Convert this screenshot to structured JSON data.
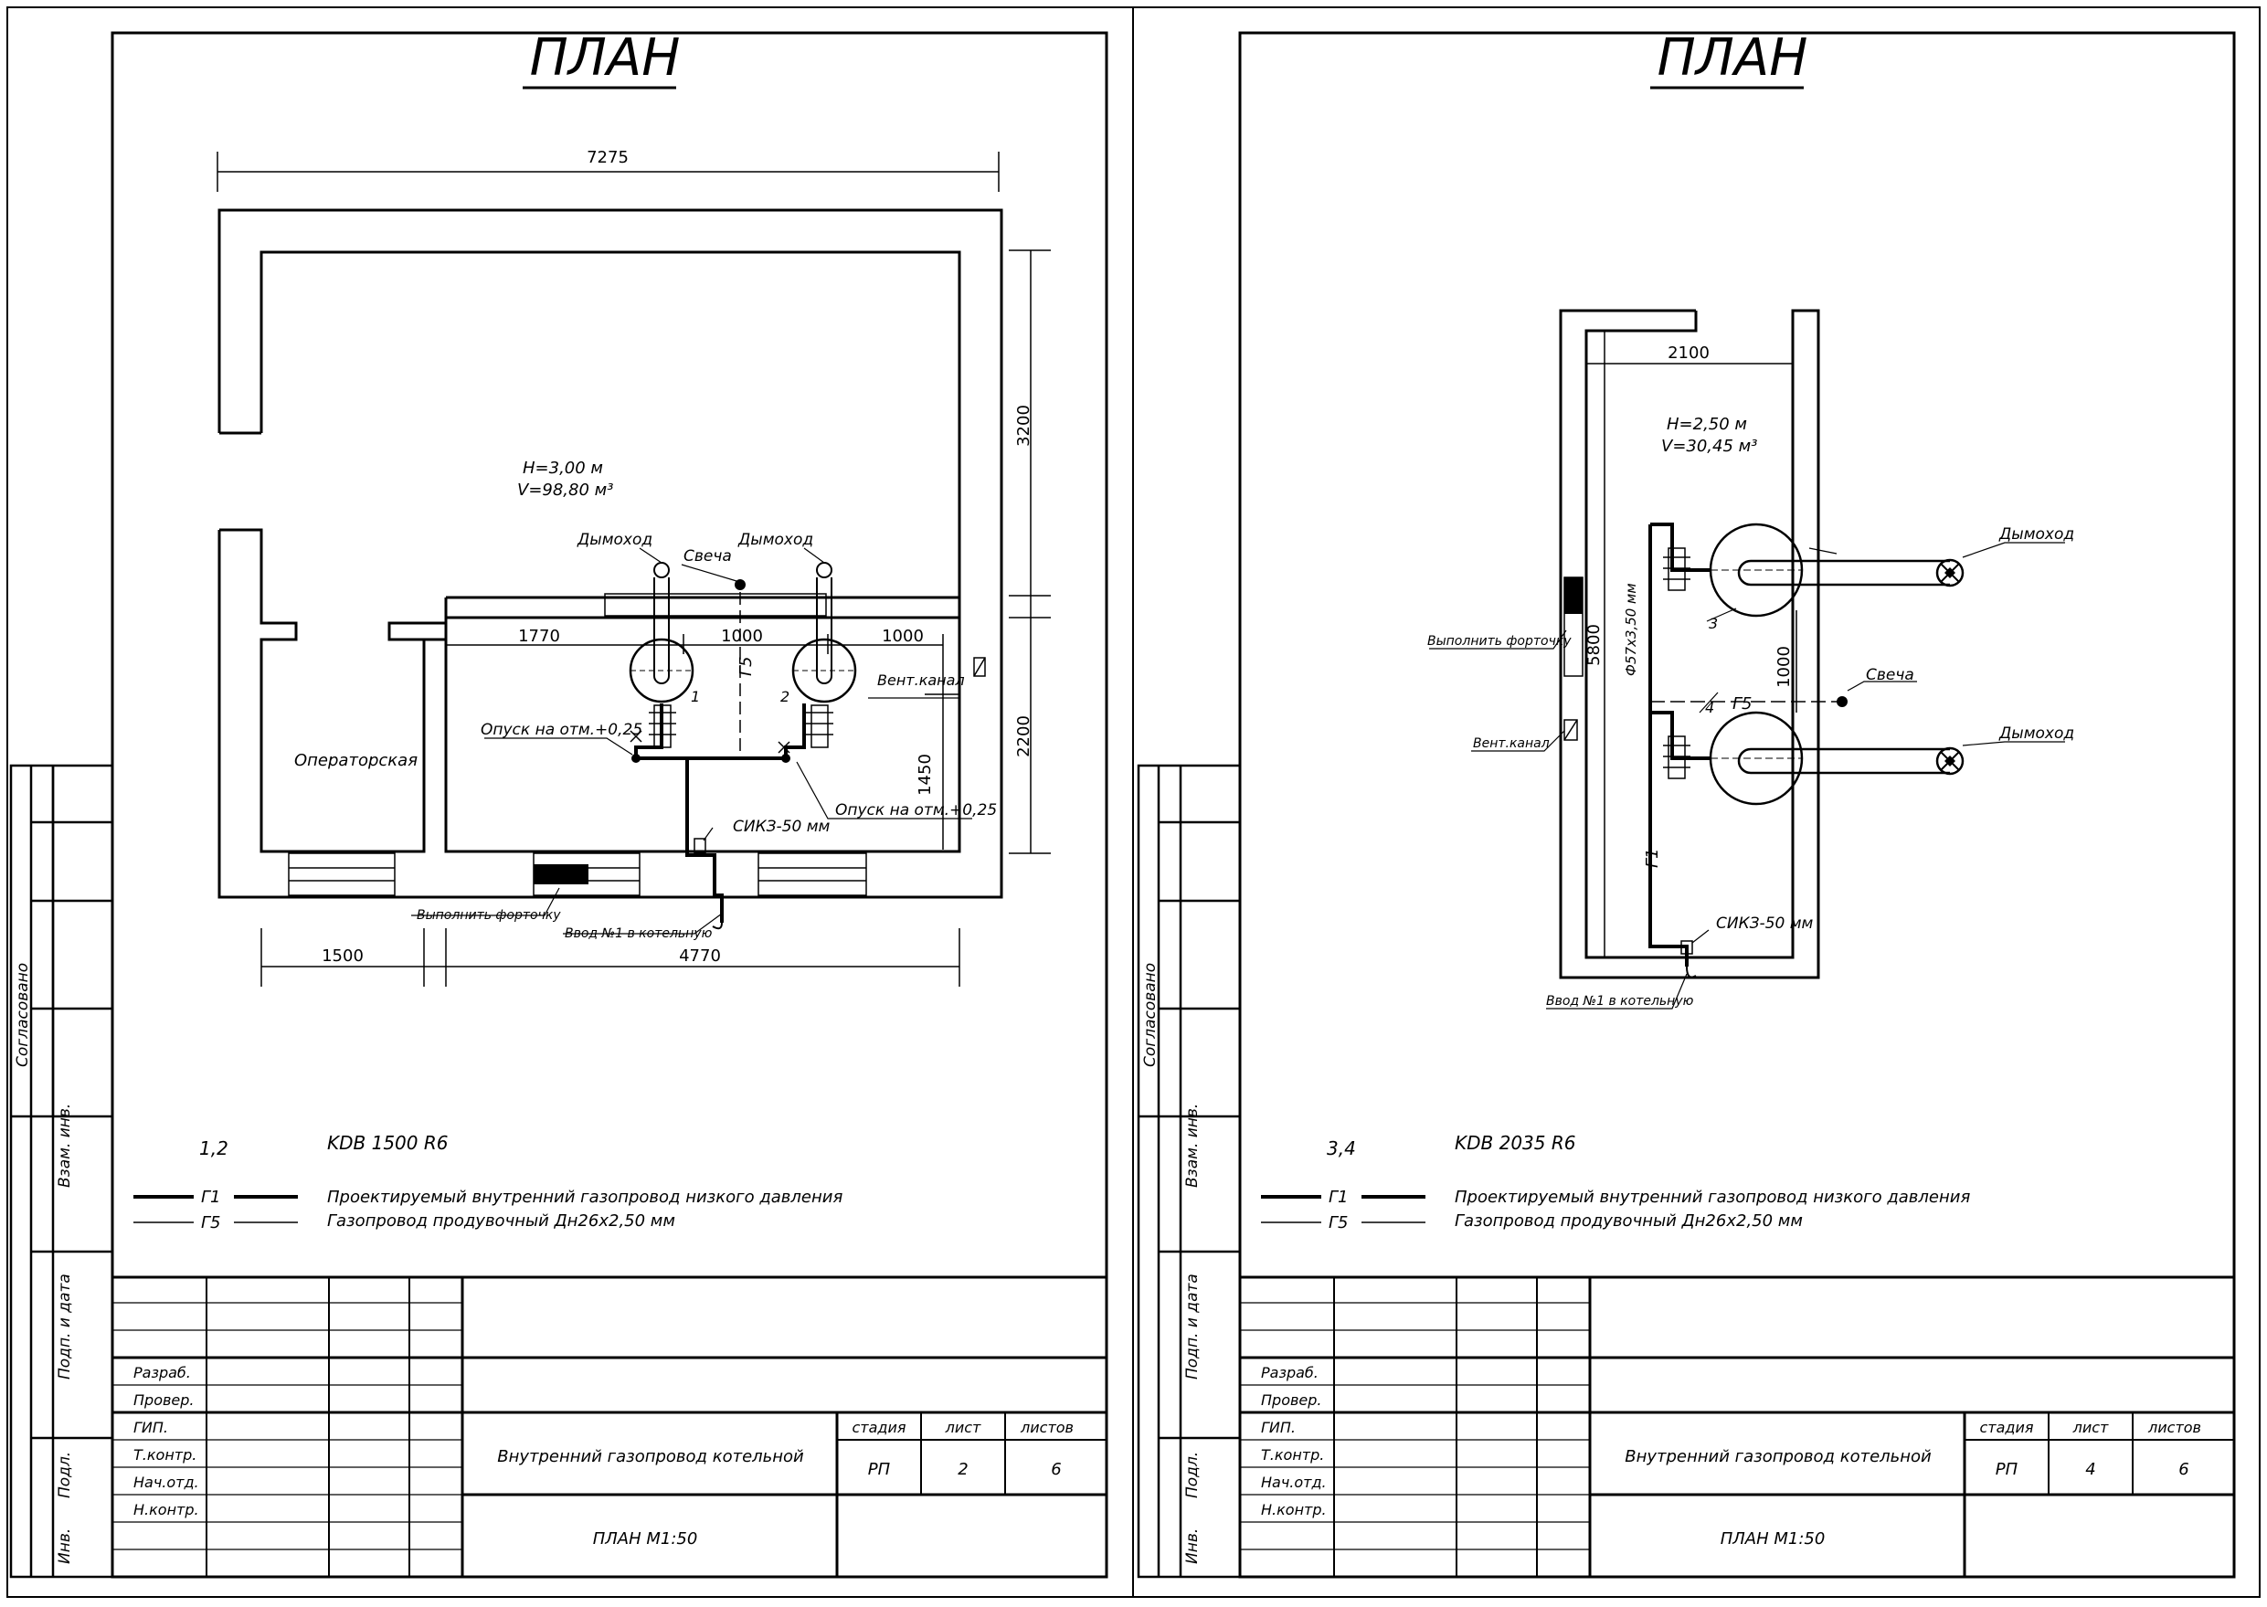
{
  "sheets": [
    {
      "title": "ПЛАН",
      "dims": {
        "width_top": "7275",
        "height_upper": "3200",
        "height_lower": "2200",
        "left_room": "1770",
        "mid": "1000",
        "right": "1000",
        "vert_1450": "1450",
        "bottom_left": "1500",
        "bottom_right": "4770"
      },
      "room": {
        "height": "Н=3,00 м",
        "volume": "V=98,80 м³"
      },
      "labels": {
        "chimney_1": "Дымоход",
        "chimney_2": "Дымоход",
        "candle": "Свеча",
        "g5": "Г5",
        "vent": "Вент.канал",
        "drop_1": "Опуск на отм.+0,25",
        "drop_2": "Опуск на отм.+0,25",
        "sikz": "СИКЗ-50 мм",
        "operator_room": "Операторская",
        "window": "Выполнить форточку",
        "inlet": "Ввод №1 в котельную",
        "boiler_1": "1",
        "boiler_2": "2"
      },
      "legend": {
        "positions": "1,2",
        "model": "KDB 1500 R6",
        "g1": "Г1",
        "g1_desc": "Проектируемый внутренний газопровод низкого давления",
        "g5": "Г5",
        "g5_desc": "Газопровод продувочный Дн26х2,50 мм"
      },
      "stamp": {
        "roles": [
          "Разраб.",
          "Провер.",
          "ГИП.",
          "Т.контр.",
          "Нач.отд.",
          "Н.контр."
        ],
        "title": "Внутренний газопровод котельной",
        "stage_h": "стадия",
        "sheet_h": "лист",
        "sheets_h": "листов",
        "stage": "РП",
        "sheet": "2",
        "sheets": "6",
        "plan": "ПЛАН М1:50"
      },
      "side_stamp": [
        "Согласовано",
        "Взам. инв.",
        "Подп. и дата",
        "Подл.",
        "Инв."
      ]
    },
    {
      "title": "ПЛАН",
      "dims": {
        "width_top": "2100",
        "height": "5800",
        "boiler_gap": "1000"
      },
      "room": {
        "height": "Н=2,50 м",
        "volume": "V=30,45 м³"
      },
      "labels": {
        "chimney_1": "Дымоход",
        "chimney_2": "Дымоход",
        "candle": "Свеча",
        "g5": "Г5",
        "g1": "Г1",
        "pipe": "Ф57х3,50 мм",
        "window": "Выполнить форточку",
        "vent": "Вент.канал",
        "sikz": "СИКЗ-50 мм",
        "inlet": "Ввод №1 в котельную",
        "boiler_3": "3",
        "boiler_4": "4"
      },
      "legend": {
        "positions": "3,4",
        "model": "KDB 2035 R6",
        "g1": "Г1",
        "g1_desc": "Проектируемый внутренний газопровод низкого давления",
        "g5": "Г5",
        "g5_desc": "Газопровод продувочный Дн26х2,50 мм"
      },
      "stamp": {
        "roles": [
          "Разраб.",
          "Провер.",
          "ГИП.",
          "Т.контр.",
          "Нач.отд.",
          "Н.контр."
        ],
        "title": "Внутренний газопровод котельной",
        "stage_h": "стадия",
        "sheet_h": "лист",
        "sheets_h": "листов",
        "stage": "РП",
        "sheet": "4",
        "sheets": "6",
        "plan": "ПЛАН М1:50"
      },
      "side_stamp": [
        "Согласовано",
        "Взам. инв.",
        "Подп. и дата",
        "Подл.",
        "Инв."
      ]
    }
  ]
}
